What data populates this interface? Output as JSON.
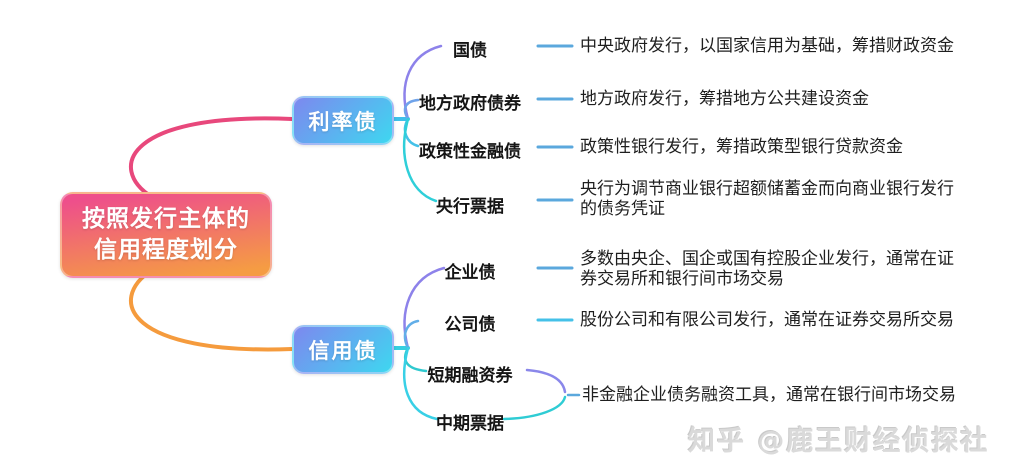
{
  "title_node": {
    "lines": [
      "按照发行主体的",
      "信用程度划分"
    ]
  },
  "branches": [
    {
      "label": "利率债",
      "children": [
        {
          "label": "国债",
          "desc_lines": [
            "中央政府发行，以国家信用为基础，筹措财政资金"
          ]
        },
        {
          "label": "地方政府债券",
          "desc_lines": [
            "地方政府发行，筹措地方公共建设资金"
          ]
        },
        {
          "label": "政策性金融债",
          "desc_lines": [
            "政策性银行发行，筹措政策型银行贷款资金"
          ]
        },
        {
          "label": "央行票据",
          "desc_lines": [
            "央行为调节商业银行超额储蓄金而向商业银行发行",
            "的债务凭证"
          ]
        }
      ]
    },
    {
      "label": "信用债",
      "children": [
        {
          "label": "企业债",
          "desc_lines": [
            "多数由央企、国企或国有控股企业发行，通常在证",
            "券交易所和银行间市场交易"
          ]
        },
        {
          "label": "公司债",
          "desc_lines": [
            "股份公司和有限公司发行，通常在证券交易所交易"
          ]
        },
        {
          "label": "短期融资券",
          "desc_lines": []
        },
        {
          "label": "中期票据",
          "desc_lines": []
        }
      ],
      "shared_desc": "非金融企业债务融资工具，通常在银行间市场交易"
    }
  ],
  "watermark": "知乎 @鹿王财经侦探社",
  "colors": {
    "root_gradient_start": "#ee4f8b",
    "root_gradient_end": "#f59c43",
    "branch_gradient_start": "#7d88ef",
    "branch_gradient_end": "#3ed7f0",
    "link_pink": "#e8487c",
    "link_orange": "#f59b3d",
    "link_purple": "#8d82ea",
    "link_blue_purple": "#6fa3ea",
    "link_blue": "#62aee8",
    "link_sky": "#45c1e8",
    "link_cyan": "#38d0e6",
    "link_teal": "#2fcfd9",
    "link_teal_dark": "#2fc9cf",
    "stub_rate": "#3ec0ea",
    "stub_credit": "#35cfe0",
    "brace_upper": "#8a87ea",
    "brace_lower": "#2fccd4",
    "dash_blue": "#5ba8dd",
    "watermark_gray": "#dadada"
  }
}
